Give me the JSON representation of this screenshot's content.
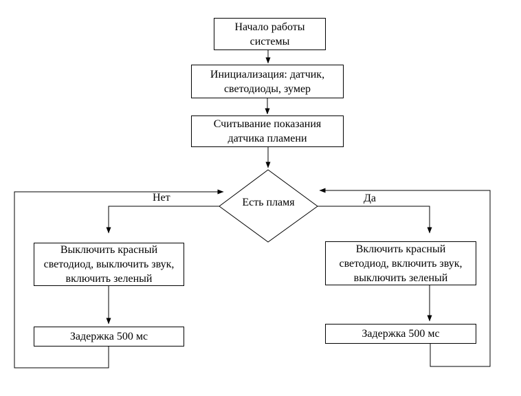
{
  "diagram": {
    "type": "flowchart",
    "colors": {
      "line": "#000000",
      "background": "#ffffff",
      "node_fill": "#ffffff"
    },
    "nodes": {
      "start": {
        "shape": "rectangle",
        "label": "Начало работы\nсистемы"
      },
      "init": {
        "shape": "rectangle",
        "label": "Инициализация: датчик,\nсветодиоды, зумер"
      },
      "read": {
        "shape": "rectangle",
        "label": "Считывание показания\nдатчика пламени"
      },
      "decision": {
        "shape": "diamond",
        "label": "Есть пламя"
      },
      "no_action": {
        "shape": "rectangle",
        "label": "Выключить красный\nсветодиод, выключить звук,\nвключить зеленый"
      },
      "no_delay": {
        "shape": "rectangle",
        "label": "Задержка 500 мс"
      },
      "yes_action": {
        "shape": "rectangle",
        "label": "Включить красный\nсветодиод, включить звук,\nвыключить зеленый"
      },
      "yes_delay": {
        "shape": "rectangle",
        "label": "Задержка 500 мс"
      }
    },
    "edge_labels": {
      "no": "Нет",
      "yes": "Да"
    }
  }
}
